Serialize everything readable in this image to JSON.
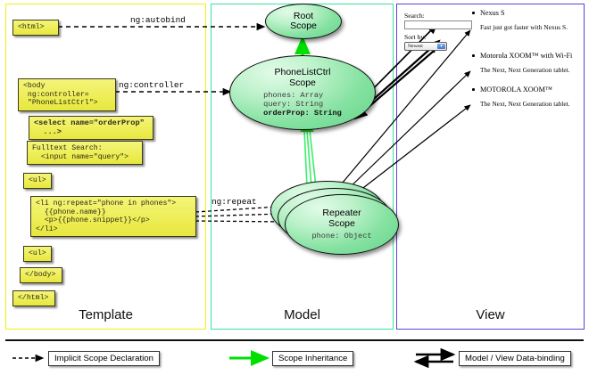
{
  "columns": [
    {
      "key": "template",
      "label": "Template",
      "border_color": "#f2f20d"
    },
    {
      "key": "model",
      "label": "Model",
      "border_color": "#36e5a0"
    },
    {
      "key": "view",
      "label": "View",
      "border_color": "#5b41e0"
    }
  ],
  "template": {
    "boxes": [
      {
        "id": "html-open",
        "text": "<html>"
      },
      {
        "id": "body-open",
        "text": "<body\n ng:controller=\n \"PhoneListCtrl\">"
      },
      {
        "id": "select",
        "text": "<select name=\"orderProp\"\n  ...>"
      },
      {
        "id": "search",
        "text": "Fulltext Search:\n  <input name=\"query\">"
      },
      {
        "id": "ul-open",
        "text": "<ul>"
      },
      {
        "id": "li-repeat",
        "text": "<li ng:repeat=\"phone in phones\">\n  {{phone.name}}\n  <p>{{phone.snippet}}</p>\n</li>"
      },
      {
        "id": "ul-close",
        "text": "<ul>"
      },
      {
        "id": "body-close",
        "text": "</body>"
      },
      {
        "id": "html-close",
        "text": "</html>"
      }
    ]
  },
  "wires": {
    "autobind": "ng:autobind",
    "controller": "ng:controller",
    "repeat": "ng:repeat"
  },
  "model": {
    "scopes": [
      {
        "id": "root",
        "title": "Root\nScope",
        "title_lines": [
          "Root",
          "Scope"
        ],
        "props": []
      },
      {
        "id": "phonelistctrl",
        "title": "PhoneListCtrl\nScope",
        "title_lines": [
          "PhoneListCtrl",
          "Scope"
        ],
        "props": [
          "phones: Array",
          "query: String",
          "orderProp: String"
        ]
      },
      {
        "id": "repeater",
        "title": "Repeater\nScope",
        "title_lines": [
          "Repeater",
          "Scope"
        ],
        "props": [
          "phone: Object"
        ]
      }
    ]
  },
  "view": {
    "search_label": "Search:",
    "search_value": "",
    "search_placeholder": "",
    "sort_label": "Sort by:",
    "sort_selected": "Newest",
    "sort_options": [
      "Newest"
    ],
    "phones": [
      {
        "name": "Nexus S",
        "snippet": "Fast just got faster with Nexus S."
      },
      {
        "name": "Motorola XOOM™ with Wi-Fi",
        "snippet": "The Next, Next Generation tablet."
      },
      {
        "name": "MOTOROLA XOOM™",
        "snippet": "The Next, Next Generation tablet."
      }
    ]
  },
  "legend": [
    {
      "id": "implicit",
      "label": "Implicit Scope Declaration",
      "style": "dashed-arrow",
      "color": "#000000"
    },
    {
      "id": "inheritance",
      "label": "Scope Inheritance",
      "style": "green-arrow",
      "color": "#00e000"
    },
    {
      "id": "databinding",
      "label": "Model / View Data-binding",
      "style": "double-arrow",
      "color": "#000000"
    }
  ]
}
